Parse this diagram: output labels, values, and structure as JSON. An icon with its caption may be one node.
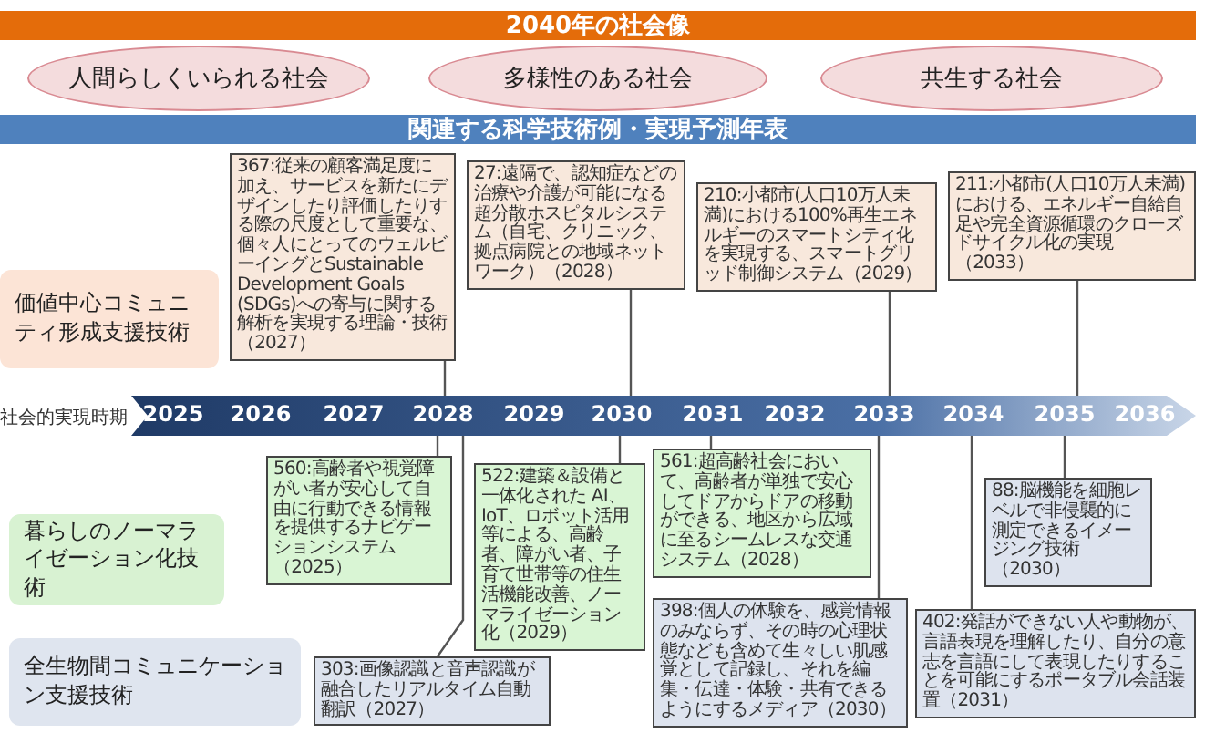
{
  "diagram": {
    "nodes": [
      {
        "text": [
          "2040年の社会像"
        ]
      },
      {
        "text": [
          "人間らしくいられる社会"
        ]
      },
      {
        "text": [
          "多様性のある社会"
        ]
      },
      {
        "text": [
          "共生する社会"
        ]
      },
      {
        "text": [
          "関連する科学技術例・実現予測年表"
        ]
      },
      {
        "text": [
          "価値中心コミュニティ形成支援技術"
        ]
      },
      {
        "text": [
          "367:従来の顧客満足度に加え、サービスを新たにデザインしたり評価したりする際の尺度として重要な、個々人にとってのウェルビーイングとSustainable Development Goals (SDGs)への寄与に関する解析を実現する理論・技術（2027）"
        ]
      },
      {
        "text": [
          "27:遠隔で、認知症などの治療や介護が可能になる超分散ホスピタルシステム（自宅、クリニック、拠点病院との地域ネットワーク）（2028）"
        ]
      },
      {
        "text": [
          "210:小都市(人口10万人未満)における100%再生エネルギーのスマートシティ化を実現する、スマートグリッド制御システム（2029）"
        ]
      },
      {
        "text": [
          "211:小都市(人口10万人未満)における、エネルギー自給自足や完全資源循環のクローズドサイクル化の実現（2033）"
        ]
      },
      {
        "text": [
          "2025",
          "2026",
          "2027",
          "2028",
          "2029",
          "2030",
          "2031",
          "2032",
          "2033",
          "2034",
          "2035",
          "2036"
        ],
        "beside": [
          "社会的実現時期"
        ]
      },
      {
        "text": [
          "暮らしのノーマライゼーション化技術"
        ]
      },
      {
        "text": [
          "560:高齢者や視覚障がい者が安心して自由に行動できる情報を提供するナビゲーションシステム（2025）"
        ]
      },
      {
        "text": [
          "522:建築＆設備と一体化された AI、IoT、ロボット活用等による、高齢者、障がい者、子育て世帯等の住生活機能改善、ノーマライゼーション化（2029）"
        ]
      },
      {
        "text": [
          "561:超高齢社会において、高齢者が単独で安心してドアからドアの移動ができる、地区から広域に至るシームレスな交通システム（2028）"
        ]
      },
      {
        "text": [
          "88:脳機能を細胞レベルで非侵襲的に測定できるイメージング技術（2030）"
        ]
      },
      {
        "text": [
          "全生物間コミュニケーション支援技術"
        ]
      },
      {
        "text": [
          "303:画像認識と音声認識が融合したリアルタイム自動翻訳（2027）"
        ]
      },
      {
        "text": [
          "398:個人の体験を、感覚情報のみならず、その時の心理状態なども含めて生々しい肌感覚として記録し、それを編集・伝達・体験・共有できるようにするメディア（2030）"
        ]
      },
      {
        "text": [
          "402:発話ができない人や動物が、言語表現を理解したり、自分の意志を言語にして表現したりすることを可能にするポータブル会話装置（2031）"
        ]
      }
    ],
    "edges": [
      {
        "from": 6,
        "to": 10,
        "arrow": "none"
      },
      {
        "from": 7,
        "to": 10,
        "arrow": "none"
      },
      {
        "from": 8,
        "to": 10,
        "arrow": "none"
      },
      {
        "from": 9,
        "to": 10,
        "arrow": "none"
      },
      {
        "from": 12,
        "to": 10,
        "arrow": "none"
      },
      {
        "from": 13,
        "to": 10,
        "arrow": "none"
      },
      {
        "from": 14,
        "to": 10,
        "arrow": "none"
      },
      {
        "from": 15,
        "to": 10,
        "arrow": "none"
      },
      {
        "from": 17,
        "to": 10,
        "arrow": "none"
      },
      {
        "from": 18,
        "to": 10,
        "arrow": "none"
      },
      {
        "from": 19,
        "to": 10,
        "arrow": "none"
      }
    ]
  }
}
